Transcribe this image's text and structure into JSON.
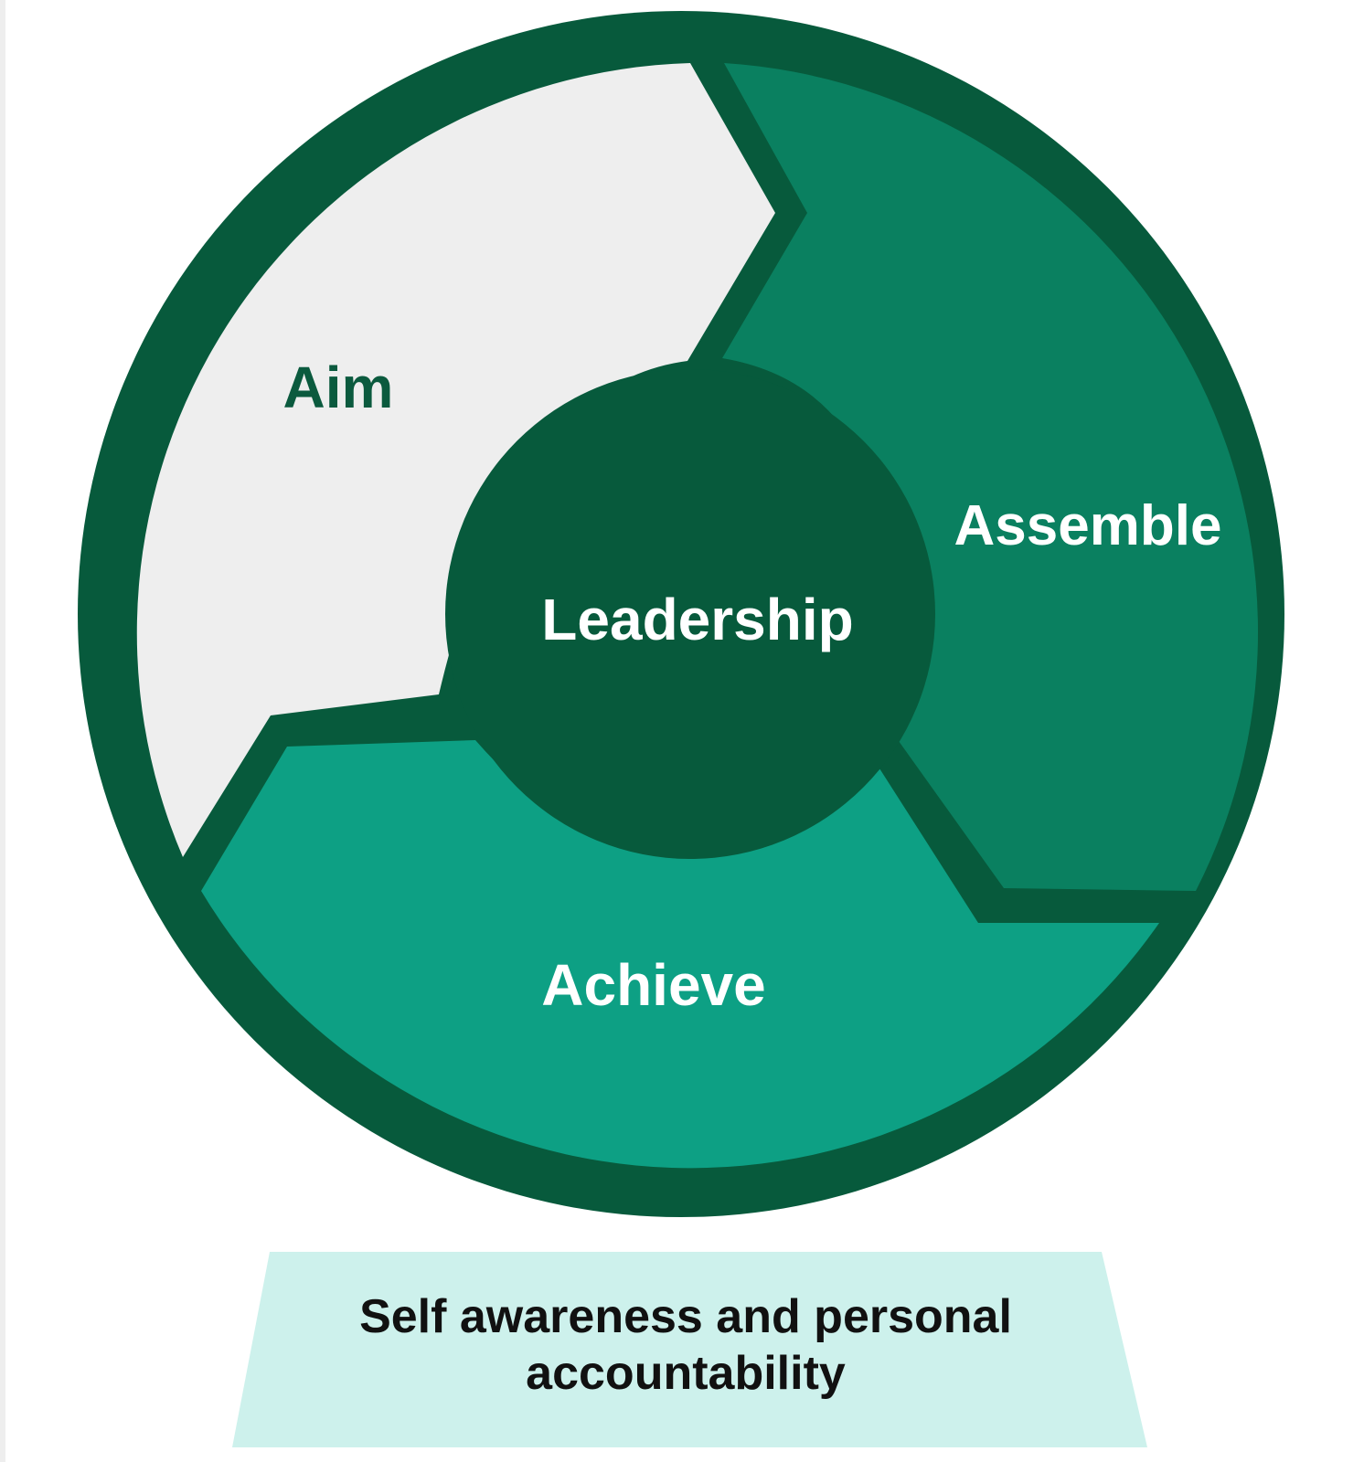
{
  "segments": {
    "aim": {
      "label": "Aim",
      "color": "#eeeeee",
      "text_color": "#0b5a3e"
    },
    "assemble": {
      "label": "Assemble",
      "color": "#0a8060",
      "text_color": "#ffffff"
    },
    "achieve": {
      "label": "Achieve",
      "color": "#0da084",
      "text_color": "#ffffff"
    }
  },
  "center": {
    "label": "Leadership",
    "color": "#075a3c",
    "text_color": "#ffffff"
  },
  "ring_color": "#075a3c",
  "base": {
    "line1": "Self awareness and personal",
    "line2": "accountability",
    "color": "#cdf1ec"
  }
}
